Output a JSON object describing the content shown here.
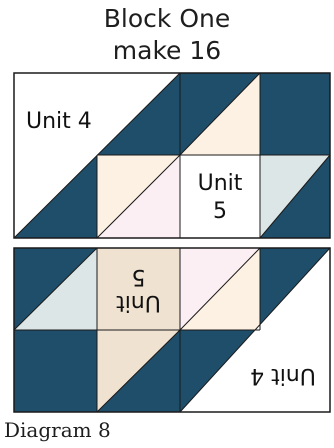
{
  "title_line1": "Block One",
  "title_line2": "make 16",
  "caption": "Diagram 8",
  "units": {
    "unit4_top": "Unit 4",
    "unit5_top_line1": "Unit",
    "unit5_top_line2": "5",
    "unit4_bottom": "Unit 4",
    "unit5_bottom_line1": "Unit",
    "unit5_bottom_line2": "5"
  },
  "colors": {
    "navy": "#1f4e6b",
    "white": "#ffffff",
    "peach": "#fdf1e3",
    "pink": "#fbeff4",
    "mint": "#dde6e6",
    "tan": "#efe2d1",
    "outline": "#1a1a1a"
  }
}
